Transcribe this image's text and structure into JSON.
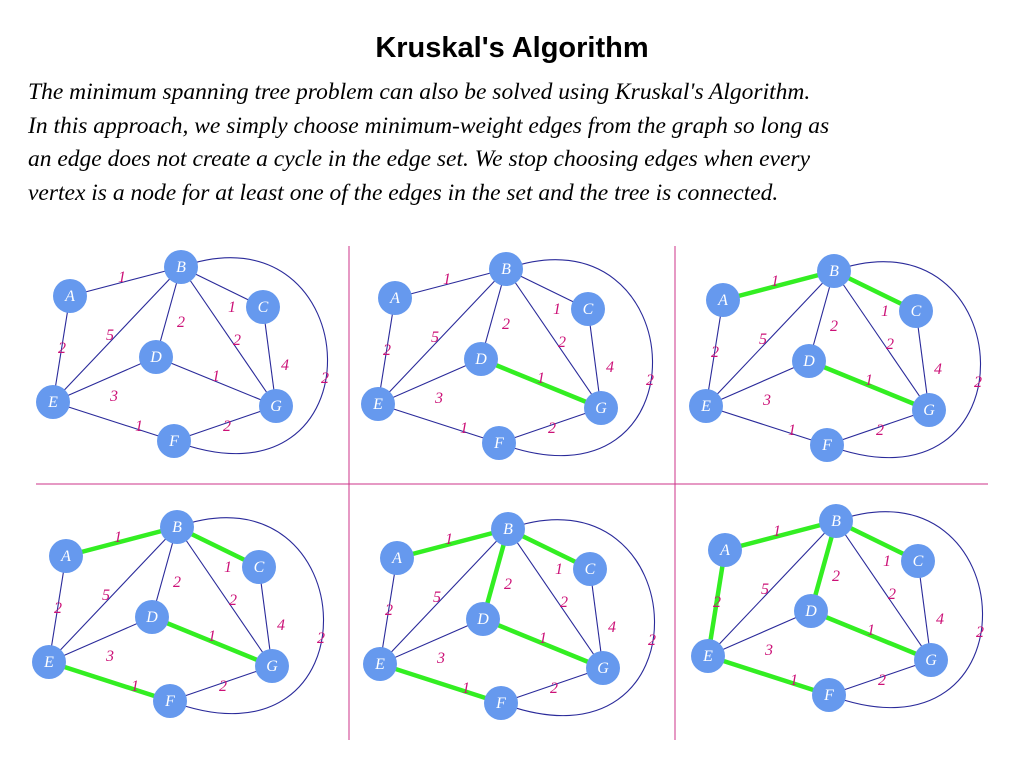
{
  "slide": {
    "title": "Kruskal's Algorithm",
    "body_lines": [
      "The minimum spanning tree problem can also be solved using Kruskal's Algorithm.",
      "In this approach, we simply choose minimum-weight edges from the graph so long as",
      "an edge does not create a cycle in the edge set.  We stop choosing edges when every",
      "vertex is a node for at least one of the edges in the set and the tree is connected."
    ]
  },
  "colors": {
    "node_fill": "#6699ee",
    "node_label": "#ffffff",
    "edge": "#2a2a9a",
    "edge_selected": "#33ee22",
    "weight_label": "#cc1177",
    "divider": "#cc3388"
  },
  "graph": {
    "vertices": [
      "A",
      "B",
      "C",
      "D",
      "E",
      "F",
      "G"
    ],
    "edges": [
      {
        "from": "A",
        "to": "B",
        "weight": "1"
      },
      {
        "from": "B",
        "to": "C",
        "weight": "1"
      },
      {
        "from": "D",
        "to": "G",
        "weight": "1"
      },
      {
        "from": "E",
        "to": "F",
        "weight": "1"
      },
      {
        "from": "A",
        "to": "E",
        "weight": "2"
      },
      {
        "from": "B",
        "to": "D",
        "weight": "2"
      },
      {
        "from": "B",
        "to": "G",
        "weight": "2"
      },
      {
        "from": "F",
        "to": "G",
        "weight": "2"
      },
      {
        "from": "B",
        "to": "F",
        "weight": "2"
      },
      {
        "from": "E",
        "to": "D",
        "weight": "3"
      },
      {
        "from": "C",
        "to": "G",
        "weight": "4"
      },
      {
        "from": "E",
        "to": "B",
        "weight": "5"
      }
    ]
  },
  "steps": [
    {
      "selected": []
    },
    {
      "selected": [
        "D-G"
      ]
    },
    {
      "selected": [
        "A-B",
        "B-C",
        "D-G"
      ]
    },
    {
      "selected": [
        "A-B",
        "B-C",
        "D-G",
        "E-F"
      ]
    },
    {
      "selected": [
        "A-B",
        "B-C",
        "D-G",
        "E-F",
        "B-D"
      ]
    },
    {
      "selected": [
        "A-B",
        "B-C",
        "D-G",
        "E-F",
        "B-D",
        "A-E"
      ]
    }
  ]
}
